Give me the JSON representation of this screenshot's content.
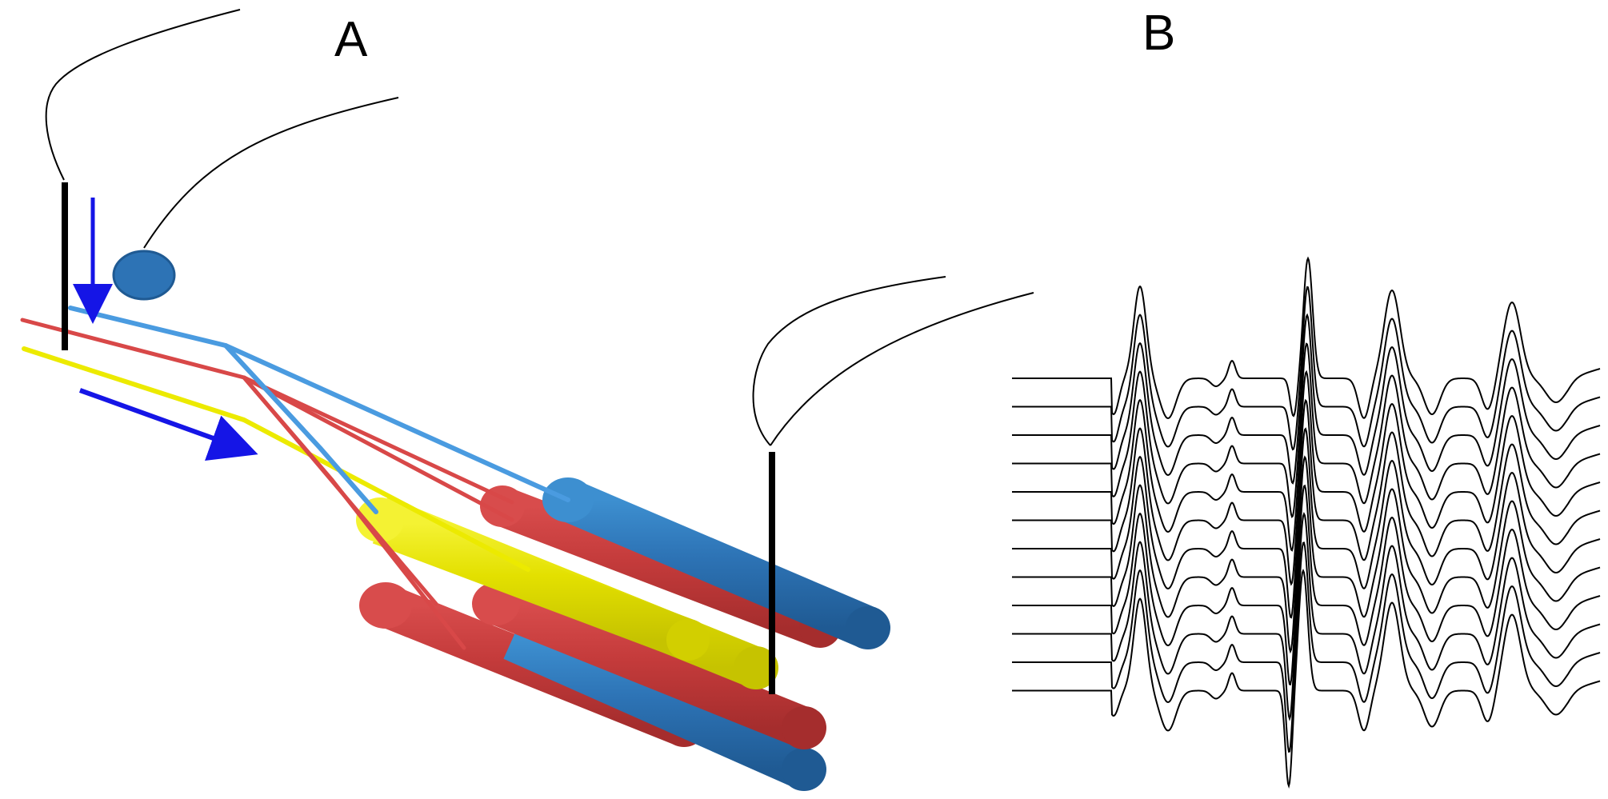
{
  "panels": {
    "a": {
      "label": "A"
    },
    "b": {
      "label": "B"
    }
  },
  "colors": {
    "background": "#ffffff",
    "blue_fiber": "#2d73b5",
    "blue_fiber_light": "#3d8fd0",
    "red_fiber": "#c43b3b",
    "red_fiber_light": "#d84c4c",
    "yellow_fiber": "#e3e000",
    "yellow_fiber_light": "#f2f000",
    "arrow": "#1515e6",
    "electrode": "#000000",
    "trace": "#000000"
  },
  "panel_b": {
    "trace_count": 12
  }
}
